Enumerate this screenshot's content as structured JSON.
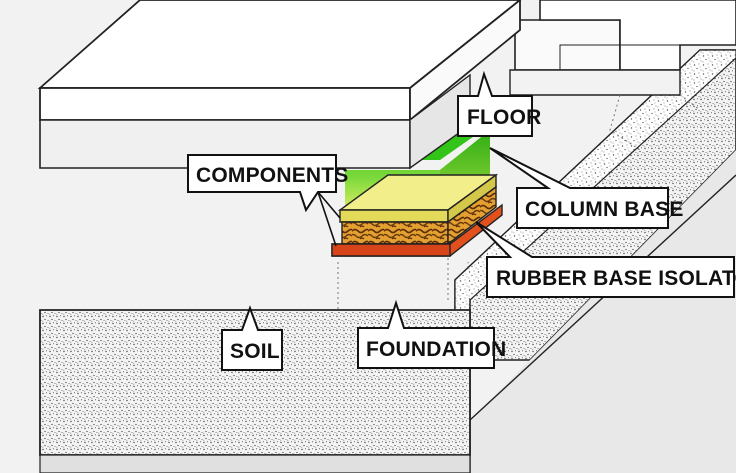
{
  "labels": {
    "floor": "FLOOR",
    "components": "COMPONENTS",
    "column_base": "COLUMN BASE",
    "rubber_base_isolator": "RUBBER BASE ISOLATOR",
    "soil": "SOIL",
    "foundation": "FOUNDATION"
  },
  "colors": {
    "background": "#f2f2f2",
    "slab": "#ffffff",
    "stroke": "#222222",
    "column_green": "#44cc22",
    "column_fade": "#e6f06a",
    "column_base": "#e8e060",
    "rubber_dark": "#6a3a10",
    "rubber_light": "#e09a2a",
    "bottom_plate": "#e2501e"
  }
}
